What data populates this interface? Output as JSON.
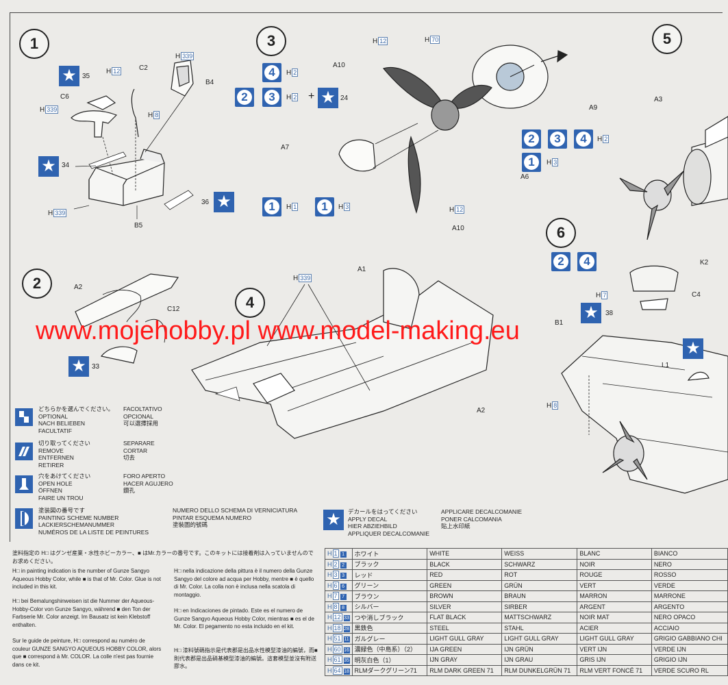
{
  "steps": {
    "s1": "1",
    "s2": "2",
    "s3": "3",
    "s4": "4",
    "s5": "5",
    "s6": "6"
  },
  "paint_prefix": "H",
  "parts": {
    "step1": {
      "c2": "C2",
      "b4": "B4",
      "c6": "C6",
      "b5": "B5",
      "h12": "12",
      "h8": "8",
      "h339": "339",
      "d35": "35",
      "d34": "34",
      "d36": "36"
    },
    "step2": {
      "a2": "A2",
      "c12": "C12",
      "d33": "33"
    },
    "step3": {
      "a10": "A10",
      "a7": "A7",
      "a6": "A6",
      "a9": "A9",
      "h12": "12",
      "h70": "70",
      "h2": "2",
      "h3": "3",
      "h1": "1",
      "plus": "+",
      "d24": "24",
      "n4": "4",
      "n2": "2",
      "n3": "3",
      "n1": "1"
    },
    "step4": {
      "a1": "A1",
      "a2": "A2",
      "h339": "339"
    },
    "step5": {
      "a3": "A3"
    },
    "step6": {
      "k2": "K2",
      "c4": "C4",
      "l1": "L1",
      "b1": "B1",
      "h7": "7",
      "h8": "8",
      "d38": "38",
      "n2": "2",
      "n4": "4"
    }
  },
  "watermark": "www.mojehobby.pl www.model-making.eu",
  "legend": {
    "optional": [
      "どちらかを選んでください。",
      "OPTIONAL",
      "NACH BELIEBEN",
      "FACULTATIF"
    ],
    "optional_r": [
      "FACOLTATIVO",
      "OPCIONAL",
      "可以選擇採用"
    ],
    "remove": [
      "切り取ってください",
      "REMOVE",
      "ENTFERNEN",
      "RETIRER"
    ],
    "remove_r": [
      "SEPARARE",
      "CORTAR",
      "切去"
    ],
    "hole": [
      "穴をあけてください",
      "OPEN HOLE",
      "ÖFFNEN",
      "FAIRE UN TROU"
    ],
    "hole_r": [
      "FORO APERTO",
      "HACER AGUJERO",
      "鑽孔"
    ],
    "scheme": [
      "塗装図の番号です",
      "PAINTING SCHEME NUMBER",
      "LACKIERSCHEMANUMMER",
      "NUMÉROS DE LA LISTE DE PEINTURES"
    ],
    "scheme_r": [
      "NUMERO DELLO SCHEMA DI VERNICIATURA",
      "PINTAR ESQUEMA NUMERO",
      "塗裝圖的號碼"
    ],
    "decal": [
      "デカールをはってください",
      "APPLY DECAL",
      "HIER ABZIEHBILD",
      "APPLIQUER DECALCOMANIE"
    ],
    "decal_r": [
      "APPLICARE DECALCOMANIE",
      "PONER CALCOMANIA",
      "貼上水印紙"
    ]
  },
  "notes": {
    "jp": "塗料指定の H□ はグンゼ産業・水性ホビーカラー、■ はMr.カラーの番号です。このキットには接着剤は入っていませんのでお求めください。",
    "en": "H□ in painting indication is the number of Gunze Sangyo Aqueous Hobby Color, while ■ is that of Mr. Color. Glue is not included in this kit.",
    "de": "H□ bei Bemalungshinweisen ist die Nummer der Aqueous-Hobby-Color von Gunze Sangyo, während ■ den Ton der Farbserie Mr. Color anzeigt. Im Bausatz ist kein Klebstoff enthalten.",
    "fr": "Sur le guide de peinture, H□ correspond au numéro de couleur GUNZE SANGYO AQUEOUS HOBBY COLOR, alors que ■ correspond à Mr. COLOR. La colle n'est pas fournie dans ce kit.",
    "it": "H□ nella indicazione della pittura è il numero della Gunze Sangyo del colore ad acqua per Hobby, mentre ■ è quello di Mr. Color. La colla non è inclusa nella scatola di montaggio.",
    "es": "H□ en Indicaciones de pintado. Este es el numero de Gunze Sangyo Aqueous Hobby Color, mientras ■ es el de Mr. Color. El pegamento no esta incluido en el kit.",
    "zh": "H□ 漆料號碼指示是代表郡是出品水性模型漆油的編號，而■則代表郡是出品硝基模型漆油的編號。這套模型並沒有附送膠水。"
  },
  "colors": [
    {
      "h": "1",
      "m": "1",
      "jp": "ホワイト",
      "en": "WHITE",
      "de": "WEISS",
      "fr": "BLANC",
      "it": "BIANCO"
    },
    {
      "h": "2",
      "m": "2",
      "jp": "ブラック",
      "en": "BLACK",
      "de": "SCHWARZ",
      "fr": "NOIR",
      "it": "NERO"
    },
    {
      "h": "3",
      "m": "3",
      "jp": "レッド",
      "en": "RED",
      "de": "ROT",
      "fr": "ROUGE",
      "it": "ROSSO"
    },
    {
      "h": "6",
      "m": "6",
      "jp": "グリーン",
      "en": "GREEN",
      "de": "GRÜN",
      "fr": "VERT",
      "it": "VERDE"
    },
    {
      "h": "7",
      "m": "7",
      "jp": "ブラウン",
      "en": "BROWN",
      "de": "BRAUN",
      "fr": "MARRON",
      "it": "MARRONE"
    },
    {
      "h": "8",
      "m": "8",
      "jp": "シルバー",
      "en": "SILVER",
      "de": "SIRBER",
      "fr": "ARGENT",
      "it": "ARGENTO"
    },
    {
      "h": "12",
      "m": "33",
      "jp": "つや消しブラック",
      "en": "FLAT BLACK",
      "de": "MATTSCHWARZ",
      "fr": "NOIR MAT",
      "it": "NERO OPACO"
    },
    {
      "h": "18",
      "m": "28",
      "jp": "黒鉄色",
      "en": "STEEL",
      "de": "STAHL",
      "fr": "ACIER",
      "it": "ACCIAIO"
    },
    {
      "h": "51",
      "m": "11",
      "jp": "ガルグレー",
      "en": "LIGHT GULL GRAY",
      "de": "LIGHT GULL GRAY",
      "fr": "LIGHT GULL GRAY",
      "it": "GRIGIO GABBIANO CHI"
    },
    {
      "h": "60",
      "m": "16",
      "jp": "濃緑色（中島系）（2）",
      "en": "IJA GREEN",
      "de": "IJN GRÜN",
      "fr": "VERT IJN",
      "it": "VERDE IJN"
    },
    {
      "h": "61",
      "m": "35",
      "jp": "明灰白色（1）",
      "en": "IJN GRAY",
      "de": "IJN GRAU",
      "fr": "GRIS IJN",
      "it": "GRIGIO IJN"
    },
    {
      "h": "64",
      "m": "18",
      "jp": "RLMダークグリーン71",
      "en": "RLM DARK GREEN 71",
      "de": "RLM DUNKELGRÜN 71",
      "fr": "RLM VERT FONCÉ 71",
      "it": "VERDE SCURO RL"
    }
  ]
}
